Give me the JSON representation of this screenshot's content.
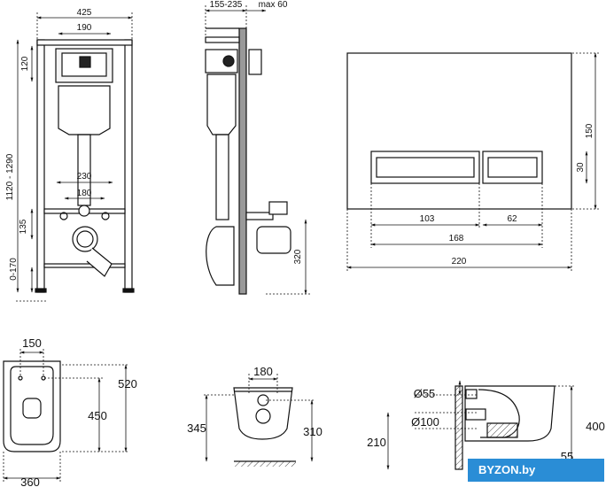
{
  "frame_view": {
    "width_total": "425",
    "width_top": "190",
    "height_top": "120",
    "height_range": "1120 - 1290",
    "spacing_outer": "230",
    "spacing_inner": "180",
    "height_135": "135",
    "leg_range": "0-170"
  },
  "side_view": {
    "depth": "155-235",
    "max": "max 60",
    "height_320": "320"
  },
  "button_view": {
    "height": "150",
    "key_height": "30",
    "left_key": "103",
    "right_key": "62",
    "keys_total": "168",
    "width": "220"
  },
  "bowl_top": {
    "top": "150",
    "l450": "450",
    "l520": "520",
    "w360": "360"
  },
  "bowl_front": {
    "w180": "180",
    "h345": "345",
    "h310": "310"
  },
  "bowl_side": {
    "d55": "Ø55",
    "d100": "Ø100",
    "h210": "210",
    "h400": "400",
    "h55": "55"
  },
  "watermark": "BYZON.by"
}
